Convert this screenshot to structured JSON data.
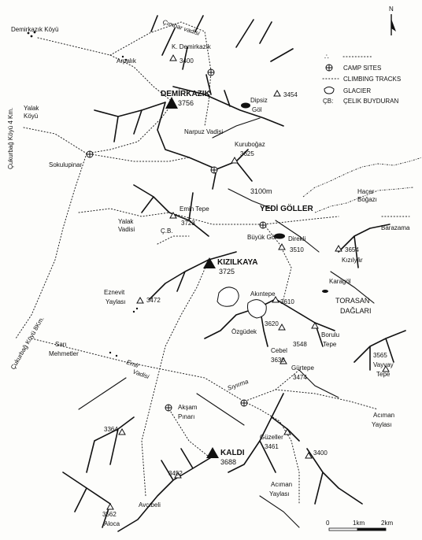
{
  "legend": {
    "dots": "∴",
    "camp_sites": "CAMP SITES",
    "climbing_tracks": "CLIMBING TRACKS",
    "glacier": "GLACIER",
    "cb": "ÇB:",
    "cb_name": "ÇELIK BUYDURAN"
  },
  "north": "N",
  "scale": {
    "zero": "0",
    "one": "1km",
    "two": "2km"
  },
  "labels": {
    "demirkazik_koyu": "Demirkazık Köyü",
    "cimbar_vadisi": "Çımbar vadisi",
    "k_demirkazik": "K. Demirkazık",
    "p3400a": "3400",
    "arpalik": "Arpalık",
    "p3454": "3454",
    "demirkazik": "DEMİRKAZIK",
    "p3756": "3756",
    "dipsiz": "Dipsiz",
    "goll": "Göl",
    "yalak": "Yalak",
    "koyu": "Köyü",
    "narpuz": "Narpuz Vadisi",
    "kuruboguz": "Kuruboğaz",
    "p3625": "3625",
    "cukurbag4": "Çukurbağ Köyü 4 Km.",
    "sokulupinar": "Sokulupinar",
    "p3100": "3100m",
    "yedigoller": "YEDİ GÖLLER",
    "hacer": "Hacer",
    "bogazi": "Boğazı",
    "barazama": "Barazama",
    "emin": "Emin Tepe",
    "p3723": "3723",
    "yalak_vadisi": "Yalak",
    "vadisi": "Vadisi",
    "cb_mark": "Ç.B.",
    "buyuk_gol": "Büyük Göl",
    "direkli": "Direkli",
    "p3510": "3510",
    "p3654": "3654",
    "kiziltyar": "Kızılyâr",
    "kizilkaya": "KIZILKAYA",
    "p3725": "3725",
    "eznevit": "Eznevit",
    "yaylasi": "Yaylası",
    "p3472": "3472",
    "karagol": "Karagöl",
    "akintepe": "Akıntepe",
    "p3610": "3610",
    "torasan": "TORASAN",
    "daglari": "DAĞLARI",
    "cukurbag8": "Çukurbağ Köyü 8Km.",
    "sari": "Sarı",
    "mehmetler": "Mehmetler",
    "ozgudek": "Özgüdek",
    "p3620": "3620",
    "borulu": "Borulu",
    "tepe": "Tepe",
    "p3548": "3548",
    "emli": "Emli",
    "emli_vadisi": "Vadisi",
    "cebel": "Cebel",
    "p3630": "3630",
    "gurtepe": "Gürtepe",
    "p3474": "3474",
    "siyirma": "Sıyırma",
    "p3565": "3565",
    "vayvay": "Vayvay",
    "vayvay_tepe": "Tepe",
    "aksam": "Akşam",
    "pinari": "Pınarı",
    "aciman_yaylasi_top": "Acıman",
    "aciman_yaylasi_top2": "Yaylası",
    "p3364": "3364",
    "guzeller": "Güzeller",
    "p3461": "3461",
    "kaldi": "KALDI",
    "p3688": "3688",
    "p3400b": "3400",
    "p3452": "3452",
    "aciman": "Acıman",
    "aciman2": "Yaylası",
    "p3562": "3562",
    "aloca": "Aloca",
    "avcibeli": "Avcıbeli"
  }
}
